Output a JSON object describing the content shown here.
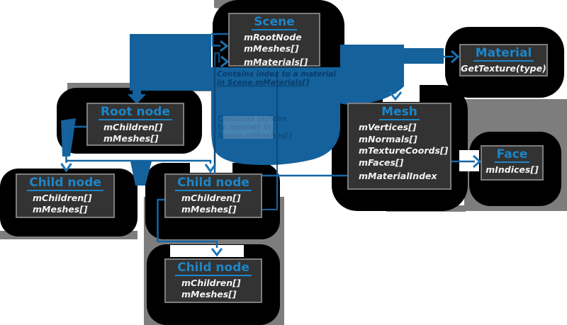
{
  "diagram": {
    "boxes": [
      {
        "id": "scene",
        "title": "Scene",
        "members": [
          "mRootNode",
          "mMeshes[]",
          "mMaterials[]"
        ]
      },
      {
        "id": "material",
        "title": "Material",
        "members": [
          "GetTexture(type)"
        ]
      },
      {
        "id": "mesh",
        "title": "Mesh",
        "members": [
          "mVertices[]",
          "mNormals[]",
          "mTextureCoords[]",
          "mFaces[]",
          "mMaterialIndex"
        ]
      },
      {
        "id": "face",
        "title": "Face",
        "members": [
          "mIndices[]"
        ]
      },
      {
        "id": "root-node",
        "title": "Root node",
        "members": [
          "mChildren[]",
          "mMeshes[]"
        ]
      },
      {
        "id": "child-node-1",
        "title": "Child node",
        "members": [
          "mChildren[]",
          "mMeshes[]"
        ]
      },
      {
        "id": "child-node-2",
        "title": "Child node",
        "members": [
          "mChildren[]",
          "mMeshes[]"
        ]
      },
      {
        "id": "child-node-3",
        "title": "Child node",
        "members": [
          "mChildren[]",
          "mMeshes[]"
        ]
      }
    ],
    "annotations": [
      {
        "id": "material-note",
        "lines": [
          "Contains index to a material",
          "in Scene.mMaterials[]"
        ]
      },
      {
        "id": "mesh-note",
        "lines": [
          "Contains indices",
          "to meshes in",
          "Scene.mMeshes[]"
        ]
      }
    ],
    "colors": {
      "box_background": "#333333",
      "box_border": "#7d7d7d",
      "title_blue": "#1d86c8",
      "member_text": "#f2f2f2",
      "connector_blue": "#14619c",
      "thin_line_blue": "#1565a4",
      "arrowhead_blue": "#1c74b4",
      "blob_black": "#000000",
      "accent_gray": "#7d7d7d",
      "note_navy": "#0a3c69"
    }
  }
}
